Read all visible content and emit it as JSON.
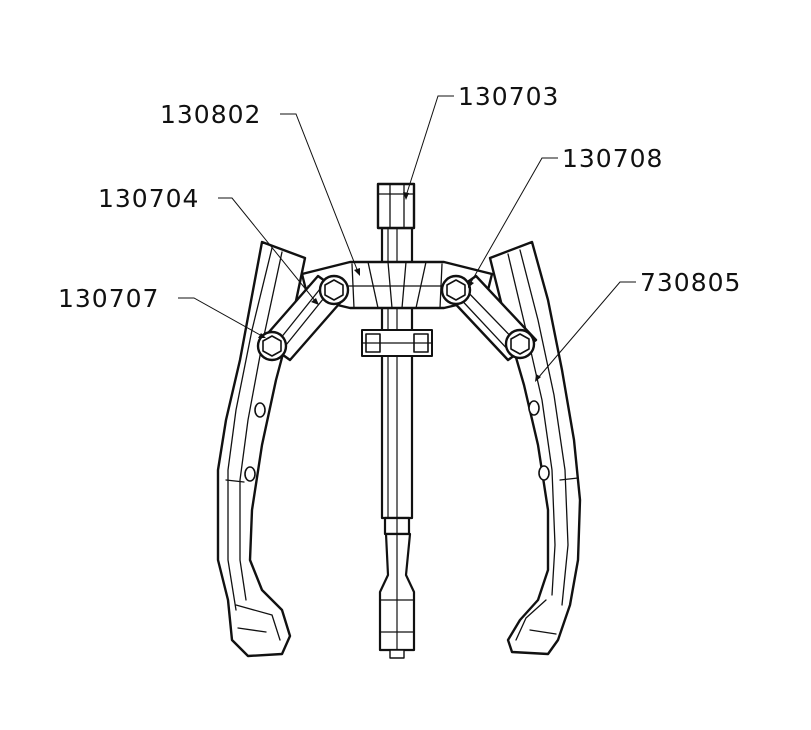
{
  "callouts": [
    {
      "id": "stem_top",
      "text": "130703"
    },
    {
      "id": "yoke_link",
      "text": "130802"
    },
    {
      "id": "right_bolt",
      "text": "130708"
    },
    {
      "id": "left_link",
      "text": "130704"
    },
    {
      "id": "left_bolt",
      "text": "130707"
    },
    {
      "id": "right_jaw",
      "text": "730805"
    }
  ]
}
